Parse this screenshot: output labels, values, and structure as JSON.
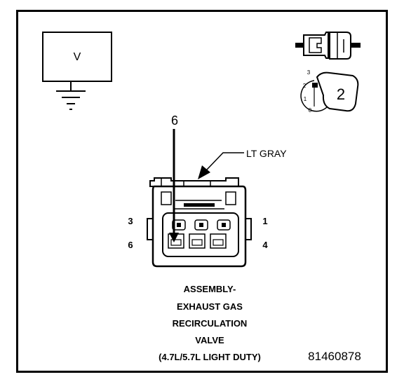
{
  "meter": {
    "symbol": "V"
  },
  "probe_pin": "6",
  "wire_color": "LT GRAY",
  "connector_pins": {
    "top_left": "3",
    "top_right": "1",
    "bottom_left": "6",
    "bottom_right": "4"
  },
  "selector": {
    "scale_marks": [
      "3",
      "2",
      "1",
      "0"
    ],
    "selected": "2"
  },
  "caption": {
    "line1": "ASSEMBLY-",
    "line2": "EXHAUST GAS",
    "line3": "RECIRCULATION",
    "line4": "VALVE",
    "line5": "(4.7L/5.7L LIGHT DUTY)"
  },
  "figure_id": "81460878"
}
